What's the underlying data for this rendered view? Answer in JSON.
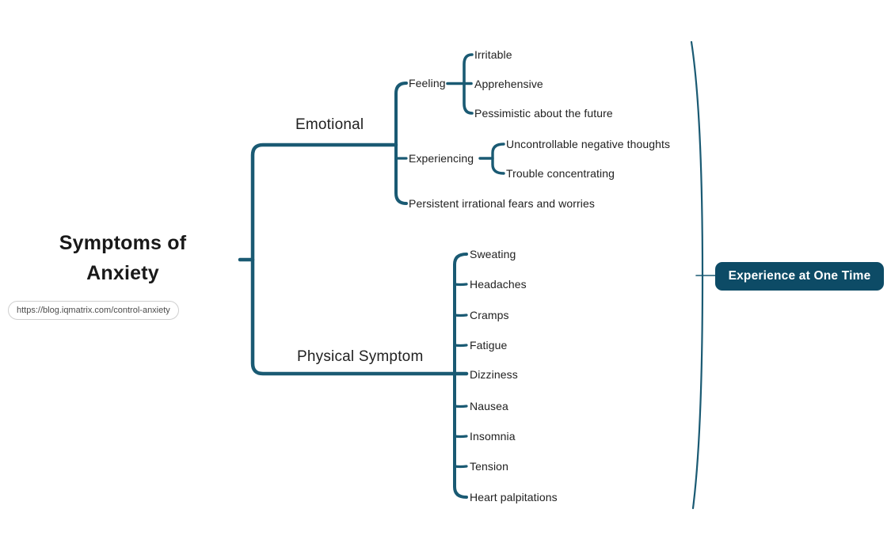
{
  "title": {
    "line1": "Symptoms of",
    "line2": "Anxiety"
  },
  "source_url": "https://blog.iqmatrix.com/control-anxiety",
  "annotation": {
    "label": "Experience at One Time"
  },
  "colors": {
    "line": "#1a5a73",
    "box_bg": "#0d4b66",
    "box_text": "#ffffff",
    "text": "#212121"
  },
  "tree": {
    "root_label": "Symptoms of Anxiety",
    "branches": [
      {
        "label": "Emotional",
        "children": [
          {
            "label": "Feeling",
            "children": [
              {
                "label": "Irritable"
              },
              {
                "label": "Apprehensive"
              },
              {
                "label": "Pessimistic about the future"
              }
            ]
          },
          {
            "label": "Experiencing",
            "children": [
              {
                "label": "Uncontrollable negative thoughts"
              },
              {
                "label": "Trouble concentrating"
              }
            ]
          },
          {
            "label": "Persistent irrational fears and worries",
            "children": []
          }
        ]
      },
      {
        "label": "Physical Symptom",
        "children": [
          {
            "label": "Sweating"
          },
          {
            "label": "Headaches"
          },
          {
            "label": "Cramps"
          },
          {
            "label": "Fatigue"
          },
          {
            "label": "Dizziness"
          },
          {
            "label": "Nausea"
          },
          {
            "label": "Insomnia"
          },
          {
            "label": "Tension"
          },
          {
            "label": "Heart palpitations"
          }
        ]
      }
    ]
  }
}
